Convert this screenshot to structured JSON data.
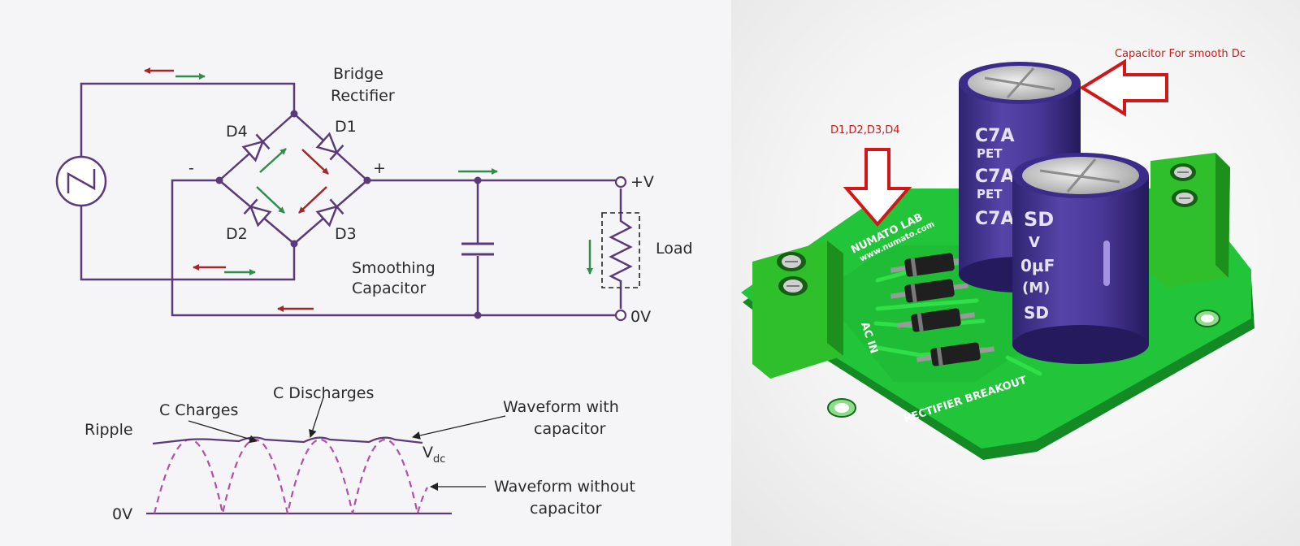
{
  "schematic": {
    "bridge_title_line1": "Bridge",
    "bridge_title_line2": "Rectifier",
    "diodes": [
      "D1",
      "D2",
      "D3",
      "D4"
    ],
    "minus_sign": "-",
    "plus_sign": "+",
    "plus_v": "+V",
    "zero_v": "0V",
    "load": "Load",
    "cap_label_line1": "Smoothing",
    "cap_label_line2": "Capacitor",
    "colors": {
      "wire": "#5a3a7a",
      "arrow_red": "#a02828",
      "arrow_green": "#2f8f4a"
    }
  },
  "waveform": {
    "ripple": "Ripple",
    "c_charges": "C Charges",
    "c_discharges": "C Discharges",
    "with_cap_line1": "Waveform with",
    "with_cap_line2": "capacitor",
    "vdc_main": "V",
    "vdc_sub": "dc",
    "without_cap_line1": "Waveform without",
    "without_cap_line2": "capacitor",
    "zero_v": "0V",
    "colors": {
      "smoothed": "#5a3a7a",
      "unsmoothed": "#b050a8"
    }
  },
  "photo": {
    "annotation_capacitor": "Capacitor For smooth Dc",
    "annotation_diodes": "D1,D2,D3,D4",
    "board_label": "RECTIFIER  BREAKOUT",
    "brand_line1": "NUMATO  LAB",
    "brand_line2": "www.numato.com",
    "ac_in": "AC IN",
    "cap1_lines": [
      "C7A",
      "PET",
      "C7A",
      "PET",
      "C7A"
    ],
    "cap2_lines": [
      "SD",
      "V",
      "0µF",
      "(M)",
      "SD"
    ],
    "colors": {
      "pcb": "#22c53a",
      "terminal": "#2fbf2a",
      "capacitor": "#4a3898",
      "annotation": "#d01818"
    }
  }
}
